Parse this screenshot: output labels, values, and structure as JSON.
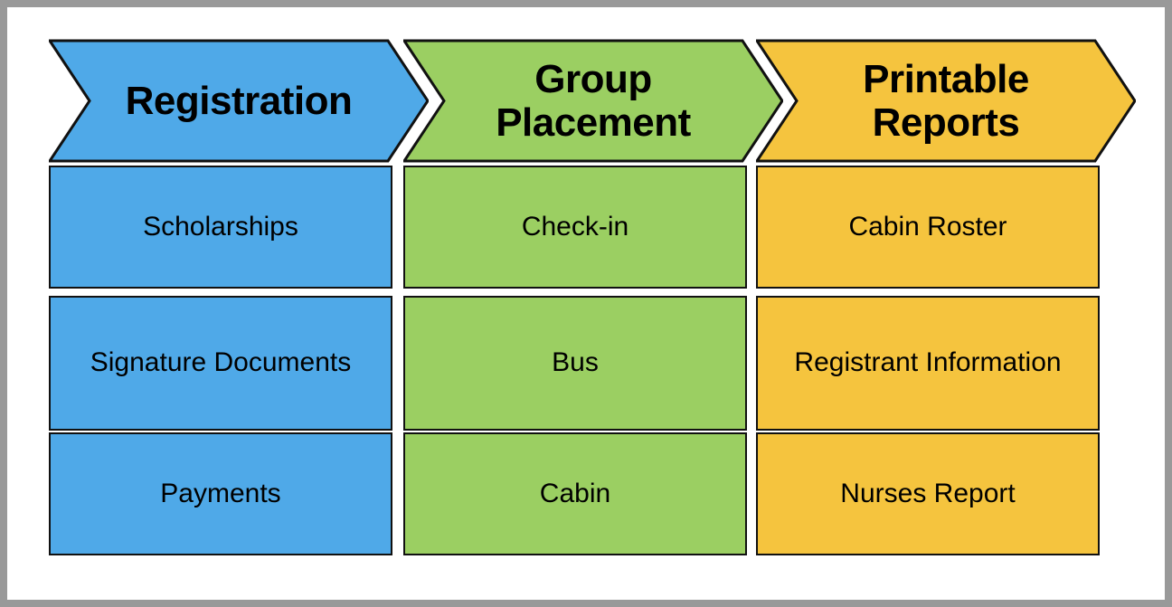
{
  "frame": {
    "border_color": "#999999",
    "canvas_color": "#ffffff"
  },
  "diagram": {
    "type": "chevron-process-flow",
    "columns": [
      {
        "id": "registration",
        "header": "Registration",
        "color": "#4FA9E8",
        "items": [
          "Scholarships",
          "Signature Documents",
          "Payments"
        ]
      },
      {
        "id": "group-placement",
        "header": "Group\nPlacement",
        "header_line1": "Group",
        "header_line2": "Placement",
        "color": "#9BCF62",
        "items": [
          "Check-in",
          "Bus",
          "Cabin"
        ]
      },
      {
        "id": "printable-reports",
        "header": "Printable\nReports",
        "header_line1": "Printable",
        "header_line2": "Reports",
        "color": "#F5C43E",
        "items": [
          "Cabin Roster",
          "Registrant Information",
          "Nurses Report"
        ]
      }
    ]
  }
}
